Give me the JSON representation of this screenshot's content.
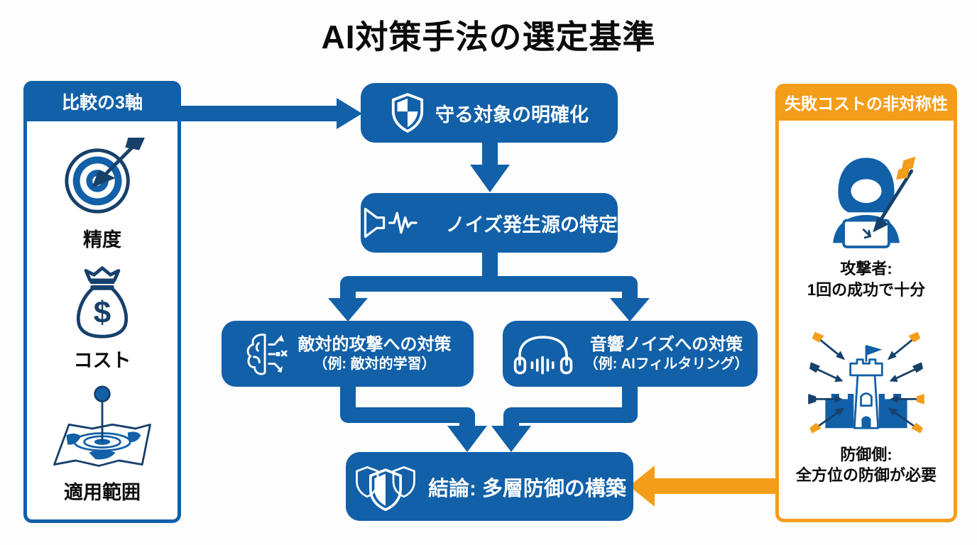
{
  "title": "AI対策手法の選定基準",
  "colors": {
    "blue": "#1160a8",
    "orange": "#f49d1a",
    "navy": "#17406b",
    "ink": "#111111",
    "bg": "#fdfdfd"
  },
  "left_panel": {
    "header": "比較の3軸",
    "items": [
      {
        "icon": "target-icon",
        "label": "精度"
      },
      {
        "icon": "money-bag-icon",
        "label": "コスト"
      },
      {
        "icon": "map-pin-icon",
        "label": "適用範囲"
      }
    ]
  },
  "flow": {
    "step1": {
      "icon": "shield-icon",
      "label": "守る対象の明確化"
    },
    "step2": {
      "icon": "speaker-wave-icon",
      "label": "ノイズ発生源の特定"
    },
    "branch_left": {
      "icon": "brain-circuit-icon",
      "label": "敵対的攻撃への対策",
      "sublabel": "（例: 敵対的学習）"
    },
    "branch_right": {
      "icon": "headphones-icon",
      "label": "音響ノイズへの対策",
      "sublabel": "（例: AIフィルタリング）"
    },
    "conclusion": {
      "icon": "multi-shield-icon",
      "label": "結論: 多層防御の構築"
    }
  },
  "right_panel": {
    "header": "失敗コストの非対称性",
    "items": [
      {
        "icon": "hacker-icon",
        "label": "攻撃者:",
        "sublabel": "1回の成功で十分"
      },
      {
        "icon": "castle-arrows-icon",
        "label": "防御側:",
        "sublabel": "全方位の防御が必要"
      }
    ]
  }
}
